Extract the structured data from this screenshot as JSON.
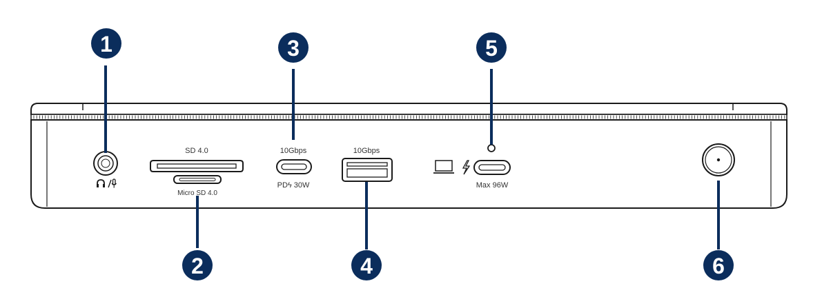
{
  "colors": {
    "callout_fill": "#0b2d5c",
    "callout_text": "#ffffff",
    "device_outline": "#1a1a1a",
    "label_text": "#333333"
  },
  "callouts": [
    {
      "number": "1",
      "item": "audio-jack"
    },
    {
      "number": "2",
      "item": "card-reader"
    },
    {
      "number": "3",
      "item": "usb-c-port"
    },
    {
      "number": "4",
      "item": "usb-a-port"
    },
    {
      "number": "5",
      "item": "thunderbolt-led"
    },
    {
      "number": "6",
      "item": "power-button"
    }
  ],
  "ports": {
    "audio_symbol": "∩/Ĳ",
    "sd_label": "SD 4.0",
    "microsd_label": "Micro SD 4.0",
    "usbc_speed": "10Gbps",
    "usbc_pd": "PDϟ 30W",
    "usba_speed": "10Gbps",
    "thunderbolt_power": "Max 96W"
  },
  "icons": {
    "laptop": "laptop-icon",
    "bolt": "thunderbolt-icon",
    "headset": "headset-mic-icon",
    "power": "power-button"
  }
}
